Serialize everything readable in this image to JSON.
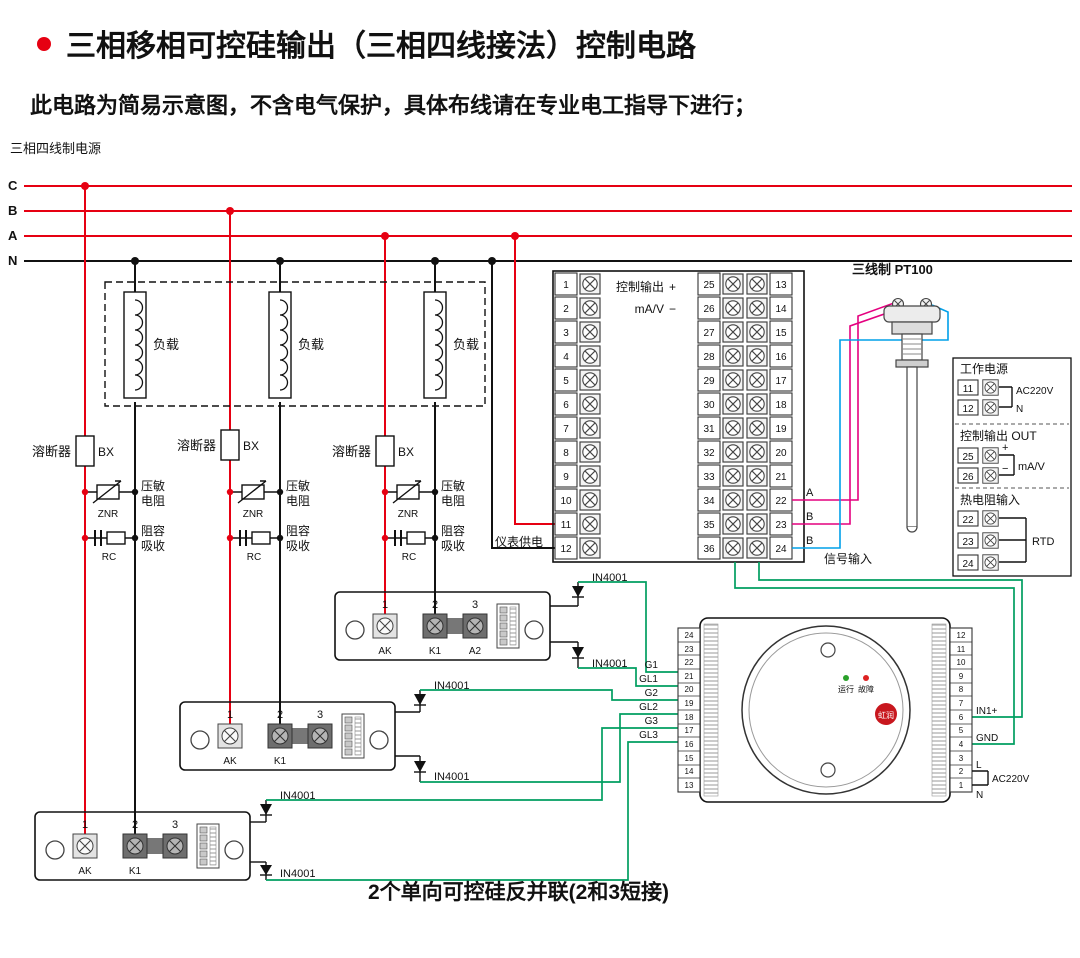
{
  "title": "三相移相可控硅输出（三相四线接法）控制电路",
  "subtitle": "此电路为简易示意图，不含电气保护，具体布线请在专业电工指导下进行；",
  "power": {
    "label": "三相四线制电源",
    "c": "C",
    "b": "B",
    "a": "A",
    "n": "N"
  },
  "load": {
    "label": "负载"
  },
  "fuse": {
    "label": "溶断器",
    "code": "BX"
  },
  "varistor": {
    "l1": "压敏",
    "l2": "电阻",
    "code": "ZNR"
  },
  "rc": {
    "l1": "阻容",
    "l2": "吸收",
    "code": "RC"
  },
  "block": {
    "left": [
      "1",
      "2",
      "3",
      "4",
      "5",
      "6",
      "7",
      "8",
      "9",
      "10",
      "11",
      "12"
    ],
    "mid": [
      "25",
      "26",
      "27",
      "28",
      "29",
      "30",
      "31",
      "32",
      "33",
      "34",
      "35",
      "36"
    ],
    "right": [
      "13",
      "14",
      "15",
      "16",
      "17",
      "18",
      "19",
      "20",
      "21",
      "22",
      "23",
      "24"
    ],
    "ann_control": "控制输出",
    "ann_plus": "+",
    "ann_unit": "mA/V",
    "ann_minus": "−",
    "meter_power": "仪表供电",
    "signal_in": "信号输入",
    "pa": "A",
    "pb1": "B",
    "pb2": "B"
  },
  "pt100": {
    "label": "三线制  PT100"
  },
  "panel": {
    "wp_title": "工作电源",
    "wp_t1": "11",
    "wp_t2": "12",
    "wp_ac": "AC220V",
    "wp_n": "N",
    "co_title": "控制输出 OUT",
    "co_t1": "25",
    "co_t2": "26",
    "co_plus": "+",
    "co_minus": "−",
    "co_unit": "mA/V",
    "rtd_title": "热电阻输入",
    "rtd_t1": "22",
    "rtd_t2": "23",
    "rtd_t3": "24",
    "rtd_label": "RTD"
  },
  "module": {
    "n1": "1",
    "n2": "2",
    "n3": "3",
    "ak": "AK",
    "k1": "K1",
    "a2": "A2"
  },
  "diode": {
    "label": "IN4001"
  },
  "board": {
    "left": [
      "24",
      "23",
      "22",
      "21",
      "20",
      "19",
      "18",
      "17",
      "16",
      "15",
      "14",
      "13"
    ],
    "right": [
      "12",
      "11",
      "10",
      "9",
      "8",
      "7",
      "6",
      "5",
      "4",
      "3",
      "2",
      "1"
    ],
    "gates": [
      "G1",
      "GL1",
      "G2",
      "GL2",
      "G3",
      "GL3"
    ],
    "in1": "IN1+",
    "gnd": "GND",
    "l": "L",
    "n": "N",
    "ac": "AC220V",
    "run": "运行",
    "fault": "故障",
    "logo": "虹润"
  },
  "note": "2个单向可控硅反并联(2和3短接)",
  "colors": {
    "phase": "#e60012",
    "neutral": "#111111",
    "control": "#009e60",
    "rtd_a": "#e4007f",
    "rtd_b": "#00a0e9"
  }
}
